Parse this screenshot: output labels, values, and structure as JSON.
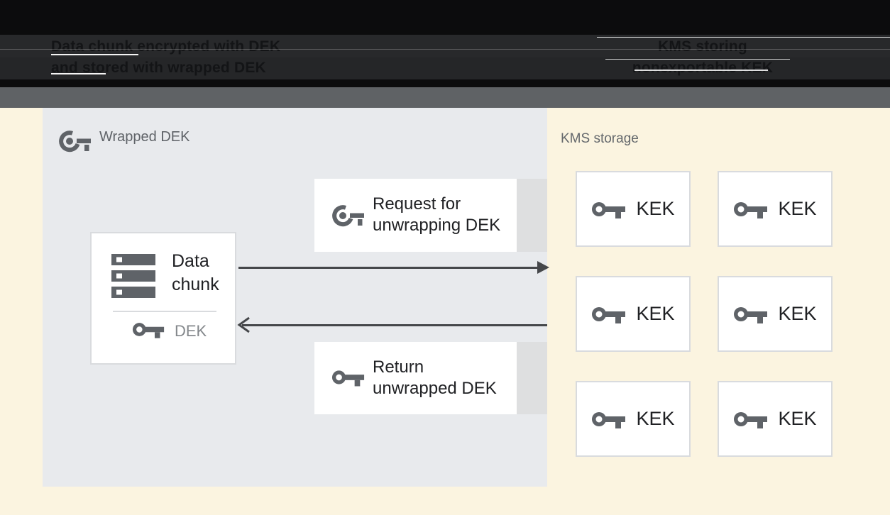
{
  "header": {
    "caption_left": {
      "line1": "Data chunk encrypted with DEK",
      "line2": "and stored with wrapped DEK"
    },
    "caption_right": {
      "line1": "KMS storing",
      "line2": "nonexportable KEK"
    }
  },
  "panel": {
    "title": "Wrapped DEK",
    "data_chunk_card": {
      "title_line1": "Data",
      "title_line2": "chunk",
      "key_label": "DEK"
    },
    "request_card": {
      "line1": "Request for",
      "line2": "unwrapping DEK"
    },
    "return_card": {
      "line1": "Return",
      "line2": "unwrapped DEK"
    }
  },
  "kms": {
    "title": "KMS storage",
    "kek_boxes": [
      {
        "label": "KEK"
      },
      {
        "label": "KEK"
      },
      {
        "label": "KEK"
      },
      {
        "label": "KEK"
      },
      {
        "label": "KEK"
      },
      {
        "label": "KEK"
      }
    ]
  },
  "icons": {
    "wrapped_key": "wrapped-key-icon",
    "key": "key-icon",
    "data_chunk": "server-stack-icon",
    "arrow_right": "arrow-right",
    "arrow_left": "arrow-left"
  },
  "colors": {
    "header_bg": "#0c0c0d",
    "header_band": "#28292b",
    "header_text": "#131416",
    "gray_bar": "#5f6265",
    "cream_bg": "#fbf4e0",
    "panel_bg": "#e8eaed",
    "card_bg": "#ffffff",
    "card_border": "#d9dbde",
    "side_strip": "#dedfe0",
    "icon_gray": "#5f6368",
    "text_dark": "#202124",
    "text_gray": "#5f6368",
    "muted_gray": "#84888c",
    "arrow": "#45474a"
  }
}
